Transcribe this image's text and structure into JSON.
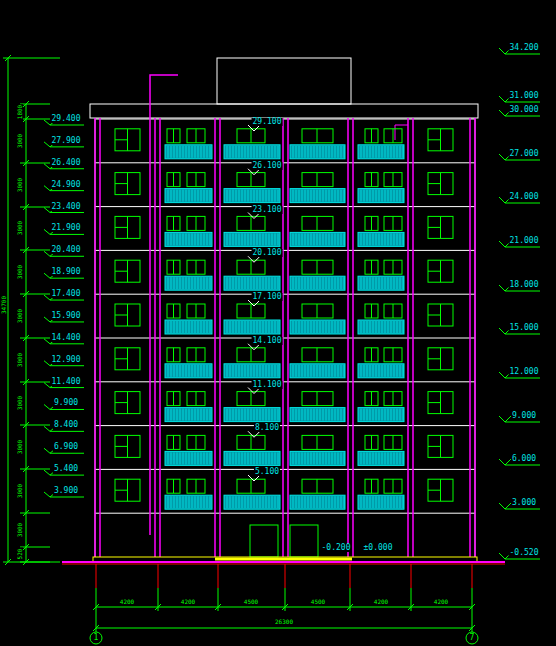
{
  "diagram": {
    "labels": [
      "29.400",
      "27.900",
      "26.400",
      "24.900",
      "23.400",
      "21.900",
      "20.400",
      "18.900",
      "17.400",
      "15.900",
      "14.400",
      "12.900",
      "11.400",
      "9.900",
      "8.400",
      "6.900",
      "5.400",
      "3.900",
      "29.100",
      "26.100",
      "23.100",
      "20.100",
      "17.100",
      "14.100",
      "11.100",
      "8.100",
      "5.100",
      "-0.200",
      "±0.000",
      "34.200",
      "31.000",
      "30.000",
      "27.000",
      "24.000",
      "21.000",
      "18.000",
      "15.000",
      "12.000",
      "9.000",
      "6.000",
      "3.000",
      "-0.520",
      "1800",
      "3000",
      "3000",
      "3000",
      "3000",
      "3000",
      "3000",
      "3000",
      "3000",
      "3000",
      "3000",
      "520",
      "34700",
      "4200",
      "4200",
      "4500",
      "4500",
      "4200",
      "4200",
      "26300",
      "1",
      "7"
    ]
  }
}
